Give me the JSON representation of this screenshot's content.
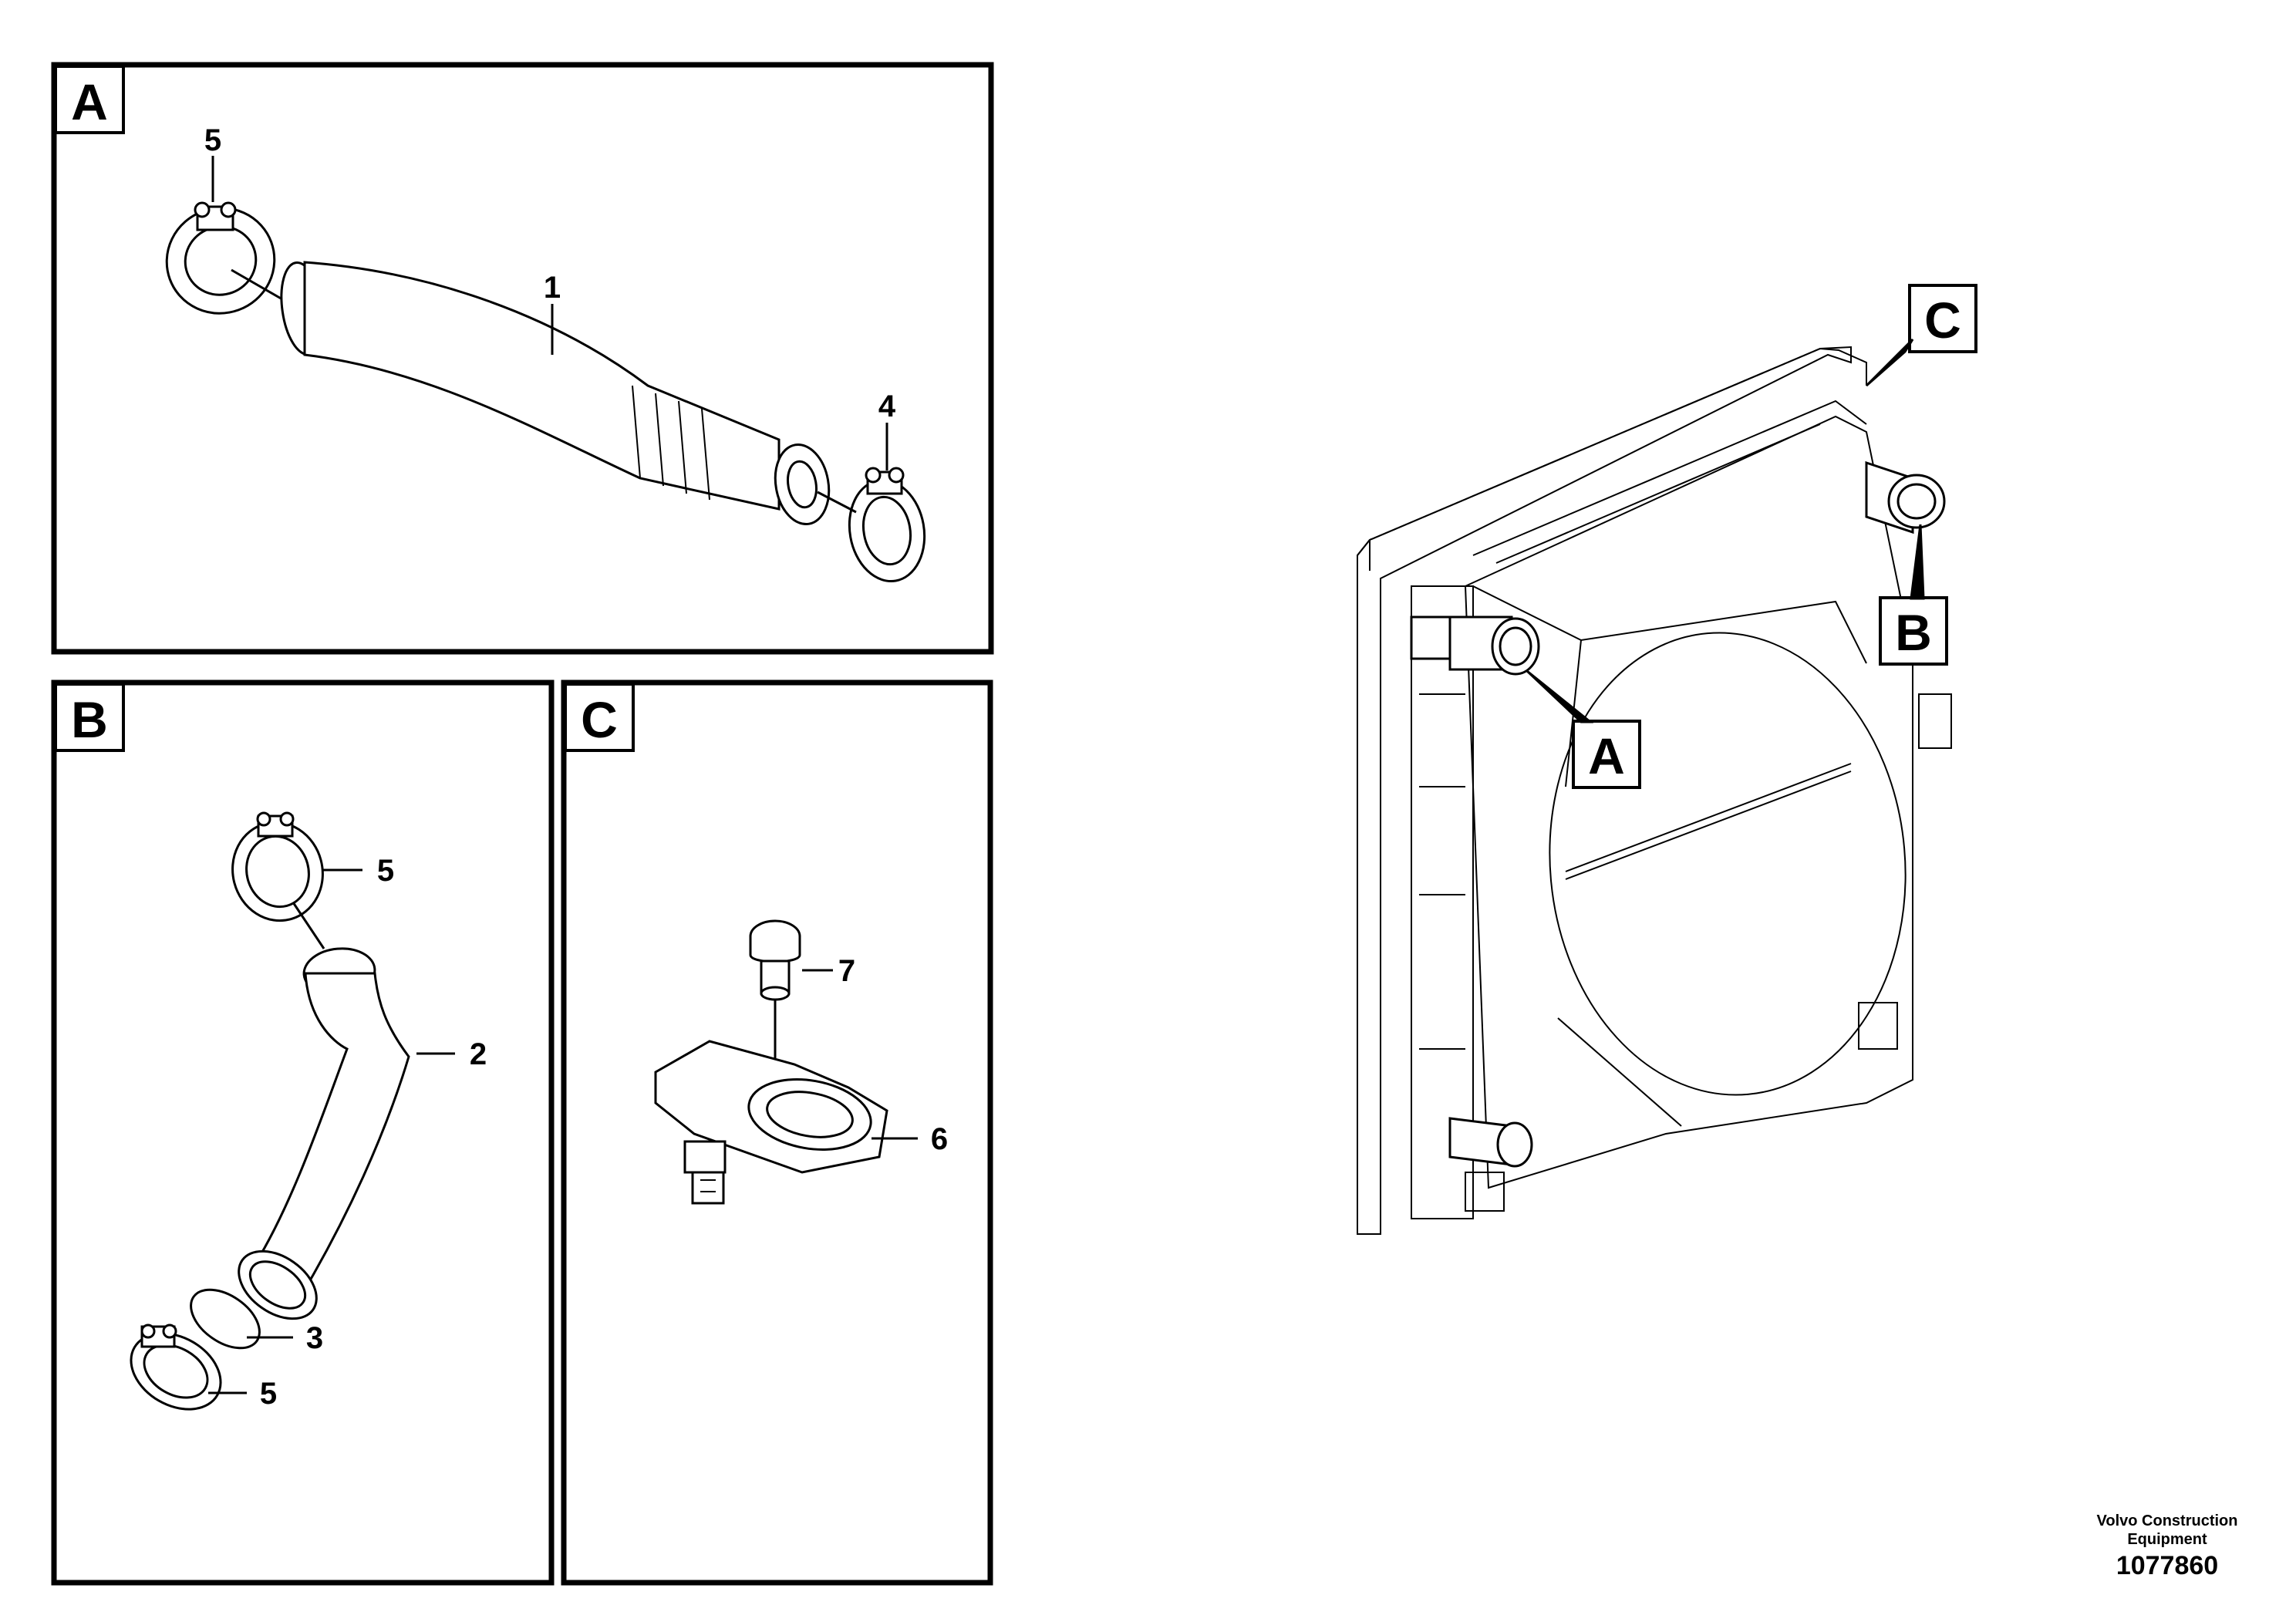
{
  "panels": {
    "a": {
      "letter": "A",
      "callouts": [
        "5",
        "1",
        "4"
      ]
    },
    "b": {
      "letter": "B",
      "callouts": [
        "5",
        "2",
        "3",
        "5"
      ]
    },
    "c": {
      "letter": "C",
      "callouts": [
        "7",
        "6"
      ]
    }
  },
  "overview": {
    "markers": [
      "C",
      "B",
      "A"
    ]
  },
  "footer": {
    "company_line1": "Volvo Construction",
    "company_line2": "Equipment",
    "drawing_number": "1077860"
  }
}
